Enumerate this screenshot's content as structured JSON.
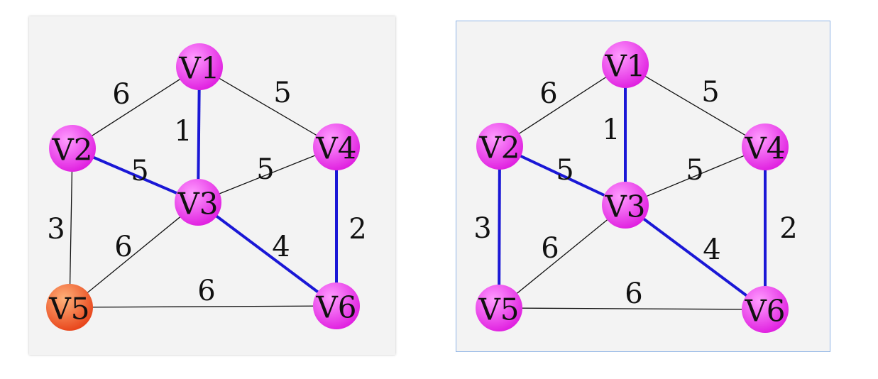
{
  "colors": {
    "node_magenta": "#e020e0",
    "node_magenta_light": "#ff9cff",
    "node_orange": "#e8451b",
    "node_orange_light": "#ffb27a",
    "edge_highlight": "#1a17d6",
    "edge_normal": "#111111"
  },
  "graphs": [
    {
      "nodes": [
        {
          "id": "V1",
          "label": "V1",
          "color": "magenta"
        },
        {
          "id": "V2",
          "label": "V2",
          "color": "magenta"
        },
        {
          "id": "V3",
          "label": "V3",
          "color": "magenta"
        },
        {
          "id": "V4",
          "label": "V4",
          "color": "magenta"
        },
        {
          "id": "V5",
          "label": "V5",
          "color": "orange"
        },
        {
          "id": "V6",
          "label": "V6",
          "color": "magenta"
        }
      ],
      "edges": [
        {
          "from": "V1",
          "to": "V2",
          "weight": "6",
          "highlighted": false
        },
        {
          "from": "V1",
          "to": "V4",
          "weight": "5",
          "highlighted": false
        },
        {
          "from": "V1",
          "to": "V3",
          "weight": "1",
          "highlighted": true
        },
        {
          "from": "V2",
          "to": "V3",
          "weight": "5",
          "highlighted": true
        },
        {
          "from": "V3",
          "to": "V4",
          "weight": "5",
          "highlighted": false
        },
        {
          "from": "V2",
          "to": "V5",
          "weight": "3",
          "highlighted": false
        },
        {
          "from": "V3",
          "to": "V5",
          "weight": "6",
          "highlighted": false
        },
        {
          "from": "V3",
          "to": "V6",
          "weight": "4",
          "highlighted": true
        },
        {
          "from": "V4",
          "to": "V6",
          "weight": "2",
          "highlighted": true
        },
        {
          "from": "V5",
          "to": "V6",
          "weight": "6",
          "highlighted": false
        }
      ]
    },
    {
      "nodes": [
        {
          "id": "V1",
          "label": "V1",
          "color": "magenta"
        },
        {
          "id": "V2",
          "label": "V2",
          "color": "magenta"
        },
        {
          "id": "V3",
          "label": "V3",
          "color": "magenta"
        },
        {
          "id": "V4",
          "label": "V4",
          "color": "magenta"
        },
        {
          "id": "V5",
          "label": "V5",
          "color": "magenta"
        },
        {
          "id": "V6",
          "label": "V6",
          "color": "magenta"
        }
      ],
      "edges": [
        {
          "from": "V1",
          "to": "V2",
          "weight": "6",
          "highlighted": false
        },
        {
          "from": "V1",
          "to": "V4",
          "weight": "5",
          "highlighted": false
        },
        {
          "from": "V1",
          "to": "V3",
          "weight": "1",
          "highlighted": true
        },
        {
          "from": "V2",
          "to": "V3",
          "weight": "5",
          "highlighted": true
        },
        {
          "from": "V3",
          "to": "V4",
          "weight": "5",
          "highlighted": false
        },
        {
          "from": "V2",
          "to": "V5",
          "weight": "3",
          "highlighted": true
        },
        {
          "from": "V3",
          "to": "V5",
          "weight": "6",
          "highlighted": false
        },
        {
          "from": "V3",
          "to": "V6",
          "weight": "4",
          "highlighted": true
        },
        {
          "from": "V4",
          "to": "V6",
          "weight": "2",
          "highlighted": true
        },
        {
          "from": "V5",
          "to": "V6",
          "weight": "6",
          "highlighted": false
        }
      ]
    }
  ]
}
